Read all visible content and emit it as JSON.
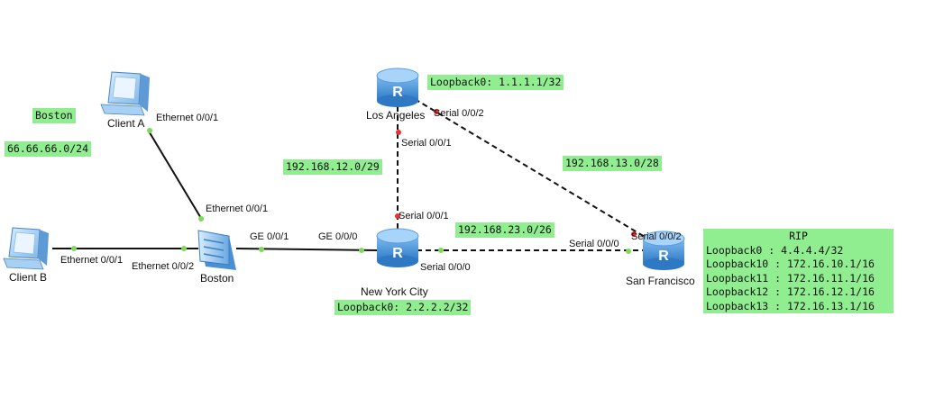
{
  "devices": {
    "client_a": "Client A",
    "client_b": "Client B",
    "boston_switch": "Boston",
    "new_york": "New York City",
    "los_angeles": "Los Angeles",
    "san_francisco": "San Francisco"
  },
  "interfaces": {
    "client_a_eth": "Ethernet 0/0/1",
    "boston_eth001": "Ethernet 0/0/1",
    "client_b_eth": "Ethernet 0/0/1",
    "boston_eth002": "Ethernet 0/0/2",
    "boston_ge001": "GE 0/0/1",
    "nyc_ge000": "GE 0/0/0",
    "nyc_s001": "Serial 0/0/1",
    "nyc_s000": "Serial 0/0/0",
    "la_s001": "Serial 0/0/1",
    "la_s002": "Serial 0/0/2",
    "sf_s000": "Serial 0/0/0",
    "sf_s002": "Serial 0/0/2"
  },
  "notes": {
    "boston_site": "Boston",
    "boston_subnet": "66.66.66.0/24",
    "la_loopback": "Loopback0: 1.1.1.1/32",
    "nyc_loopback": "Loopback0: 2.2.2.2/32",
    "net_12": "192.168.12.0/29",
    "net_13": "192.168.13.0/28",
    "net_23": "192.168.23.0/26"
  },
  "rip_box": {
    "title": "RIP",
    "lines": [
      "Loopback0 : 4.4.4.4/32",
      "Loopback10 : 172.16.10.1/16",
      "Loopback11 : 172.16.11.1/16",
      "Loopback12 : 172.16.12.1/16",
      "Loopback13 : 172.16.13.1/16"
    ]
  },
  "colors": {
    "label_bg": "#90ee90",
    "router_blue": "#4a90d9",
    "port_green": "#7ed957",
    "port_red": "#e83030",
    "link": "#111111"
  }
}
